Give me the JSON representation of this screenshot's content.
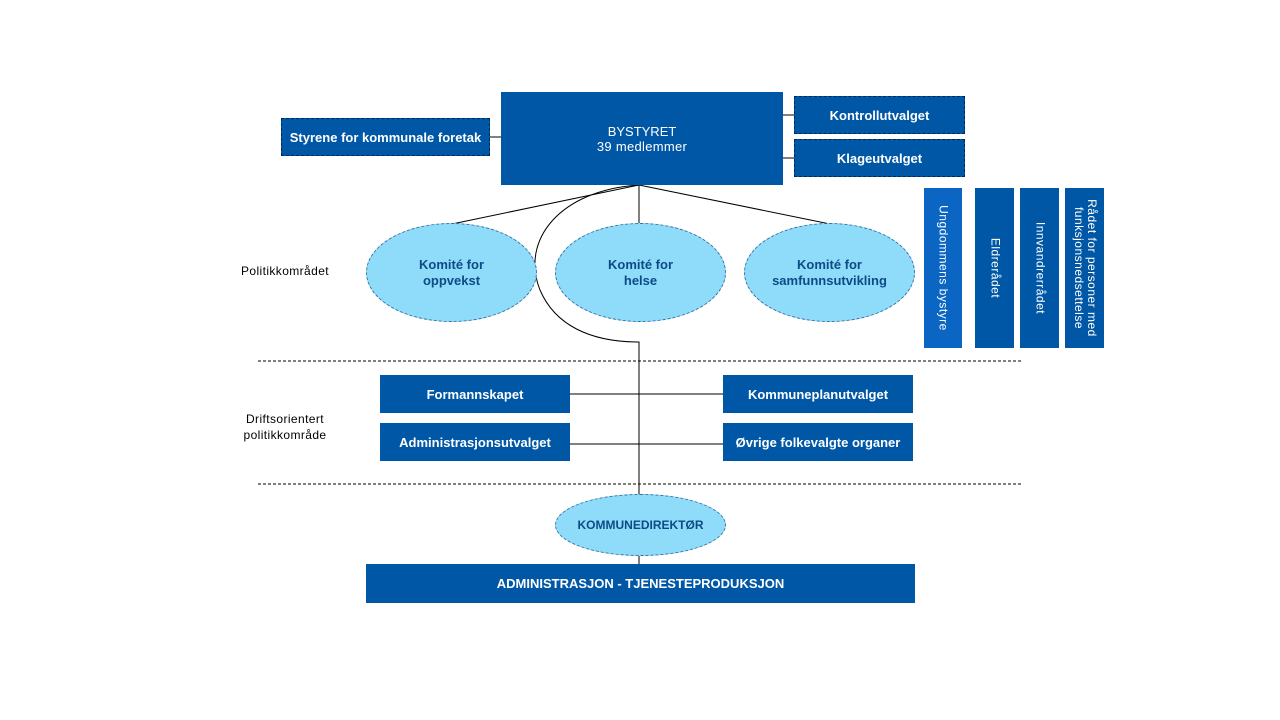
{
  "bystyret": {
    "title": "BYSTYRET",
    "subtitle": "39 medlemmer"
  },
  "styrene": "Styrene for kommunale foretak",
  "kontrollutvalget": "Kontrollutvalget",
  "klageutvalget": "Klageutvalget",
  "committees": [
    {
      "label": "Komité for\noppvekst"
    },
    {
      "label": "Komité for\nhelse"
    },
    {
      "label": "Komité for\nsamfunnsutvikling"
    }
  ],
  "councils": [
    {
      "label": "Ungdommens bystyre"
    },
    {
      "label": "Eldrerådet"
    },
    {
      "label": "Innvandrerrådet"
    },
    {
      "label": "Rådet for personer med funksjonsnedsettelse"
    }
  ],
  "side_labels": {
    "politikk": "Politikkområdet",
    "drift": "Driftsorientert\npolitikkområde"
  },
  "drift_boxes": {
    "formannskapet": "Formannskapet",
    "administrasjonsutvalget": "Administrasjonsutvalget",
    "kommuneplanutvalget": "Kommuneplanutvalget",
    "ovrige": "Øvrige folkevalgte organer"
  },
  "kommunedirektor": "KOMMUNEDIREKTØR",
  "administrasjon": "ADMINISTRASJON  - TJENESTEPRODUKSJON",
  "colors": {
    "dark_blue": "#0057a6",
    "light_blue": "#8fdcfa",
    "council_blue": "#0a66c2"
  }
}
